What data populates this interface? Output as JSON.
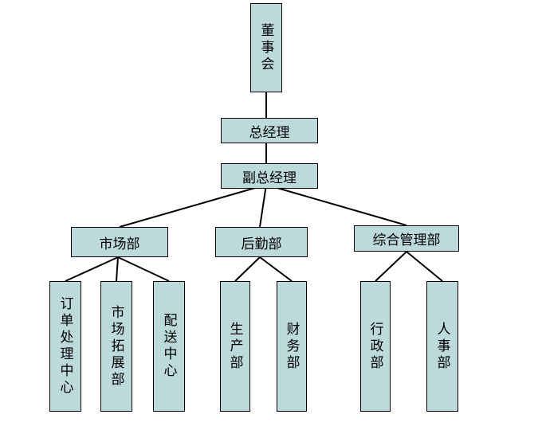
{
  "nodes": {
    "board": "董事会",
    "gm": "总经理",
    "dgm": "副总经理",
    "market": "市场部",
    "logistics": "后勤部",
    "admin": "综合管理部",
    "order": "订单处理中心",
    "expand": "市场拓展部",
    "delivery": "配送中心",
    "production": "生产部",
    "finance": "财务部",
    "executive": "行政部",
    "hr": "人事部"
  },
  "colors": {
    "box_fill": "#bcd9dc",
    "border": "#000000",
    "line": "#000000"
  }
}
